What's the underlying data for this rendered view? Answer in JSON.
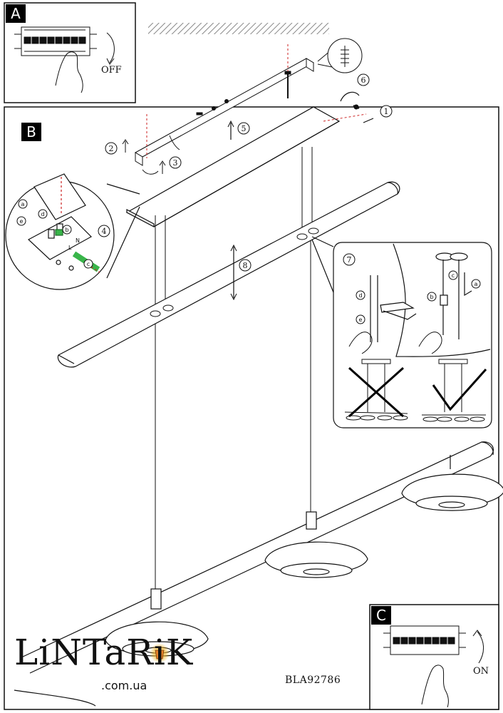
{
  "panels": {
    "a": {
      "letter": "A",
      "label": "OFF"
    },
    "b": {
      "letter": "B"
    },
    "c": {
      "letter": "C",
      "label": "ON"
    }
  },
  "steps": [
    "1",
    "2",
    "3",
    "4",
    "5",
    "6",
    "7",
    "8"
  ],
  "substeps": [
    "a",
    "b",
    "c",
    "d",
    "e"
  ],
  "wiring_labels": {
    "live": "L",
    "neutral": "N"
  },
  "brand": {
    "name": "LiNTaRiK",
    "domain": ".com.ua"
  },
  "model_code": "BLA92786",
  "colors": {
    "line": "#111111",
    "hatch": "#888888",
    "pin": "#cc2222",
    "lamp_glow": "#f2b21c",
    "wire_green": "#39b54a",
    "ink": "#000000"
  }
}
